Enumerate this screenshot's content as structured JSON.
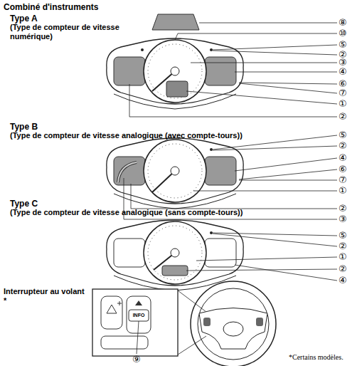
{
  "diagram": {
    "title": "Combiné d'instruments",
    "caption": "*Certains modèles.",
    "labels": [
      "Type A",
      "(Type de compteur de vitesse numérique)",
      "⑧",
      "⑩",
      "⑤",
      "②",
      "③",
      "④",
      "⑥",
      "⑦",
      "①",
      "②",
      "Type B",
      "(Type de compteur de vitesse analogique (avec compte-tours))",
      "⑤",
      "②",
      "④",
      "⑥",
      "⑦",
      "①",
      "②",
      "③",
      "Type C",
      "(Type de compteur de vitesse analogique (sans compte-tours))",
      "⑤",
      "②",
      "①",
      "②",
      "④",
      "Interrupteur au volant *",
      "INFO",
      "⑨"
    ]
  }
}
